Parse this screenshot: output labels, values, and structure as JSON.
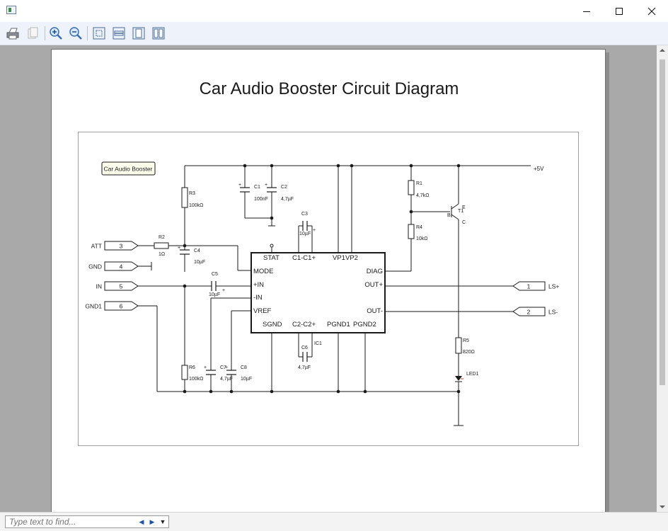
{
  "window": {
    "title": ""
  },
  "toolbar": {
    "buttons": [
      {
        "name": "print-button",
        "icon": "printer-icon"
      },
      {
        "name": "copy-button",
        "icon": "copy-icon"
      },
      {
        "name": "zoom-in-button",
        "icon": "zoom-in-icon"
      },
      {
        "name": "zoom-out-button",
        "icon": "zoom-out-icon"
      },
      {
        "name": "fit-page-button",
        "icon": "fit-page-icon"
      },
      {
        "name": "fit-width-button",
        "icon": "fit-width-icon"
      },
      {
        "name": "single-page-button",
        "icon": "single-page-icon"
      },
      {
        "name": "two-pages-button",
        "icon": "two-pages-icon"
      }
    ]
  },
  "document": {
    "title": "Car Audio Booster Circuit Diagram",
    "schematic": {
      "label_box": "Car Audio Booster",
      "supply": "+5V",
      "connectors": {
        "att": {
          "label": "ATT",
          "pin": "3"
        },
        "gnd": {
          "label": "GND",
          "pin": "4"
        },
        "in": {
          "label": "IN",
          "pin": "5"
        },
        "gnd1": {
          "label": "GND1",
          "pin": "6"
        },
        "lsp": {
          "label": "LS+",
          "pin": "1"
        },
        "lsm": {
          "label": "LS-",
          "pin": "2"
        }
      },
      "components": {
        "r1": {
          "name": "R1",
          "value": "4,7kΩ"
        },
        "r2": {
          "name": "R2",
          "value": "1Ω"
        },
        "r3": {
          "name": "R3",
          "value": "100kΩ"
        },
        "r4": {
          "name": "R4",
          "value": "10kΩ"
        },
        "r5": {
          "name": "R5",
          "value": "820Ω"
        },
        "r6": {
          "name": "R6",
          "value": "100kΩ"
        },
        "c1": {
          "name": "C1",
          "value": "100nF"
        },
        "c2": {
          "name": "C2",
          "value": "4,7µF"
        },
        "c3": {
          "name": "C3",
          "value": "10µF"
        },
        "c4": {
          "name": "C4",
          "value": "10µF"
        },
        "c5": {
          "name": "C5",
          "value": "10µF"
        },
        "c6": {
          "name": "C6",
          "value": "4,7µF"
        },
        "c7": {
          "name": "C7",
          "value": "4,7µF"
        },
        "c8": {
          "name": "C8",
          "value": "10µF"
        },
        "t1": {
          "name": "T1",
          "b": "B",
          "e": "E",
          "c": "C"
        },
        "led1": {
          "name": "LED1"
        },
        "ic1": {
          "name": "IC1"
        }
      },
      "ic_pins": {
        "stat": "STAT",
        "c1c1": "C1-C1+",
        "vp1vp2": "VP1VP2",
        "mode": "MODE",
        "plus_in": "+IN",
        "minus_in": "-IN",
        "vref": "VREF",
        "diag": "DIAG",
        "out_plus": "OUT+",
        "out_minus": "OUT-",
        "sgnd": "SGND",
        "c2c2": "C2-C2+",
        "pgnd1": "PGND1",
        "pgnd2": "PGND2"
      }
    }
  },
  "findbar": {
    "placeholder": "Type text to find..."
  }
}
